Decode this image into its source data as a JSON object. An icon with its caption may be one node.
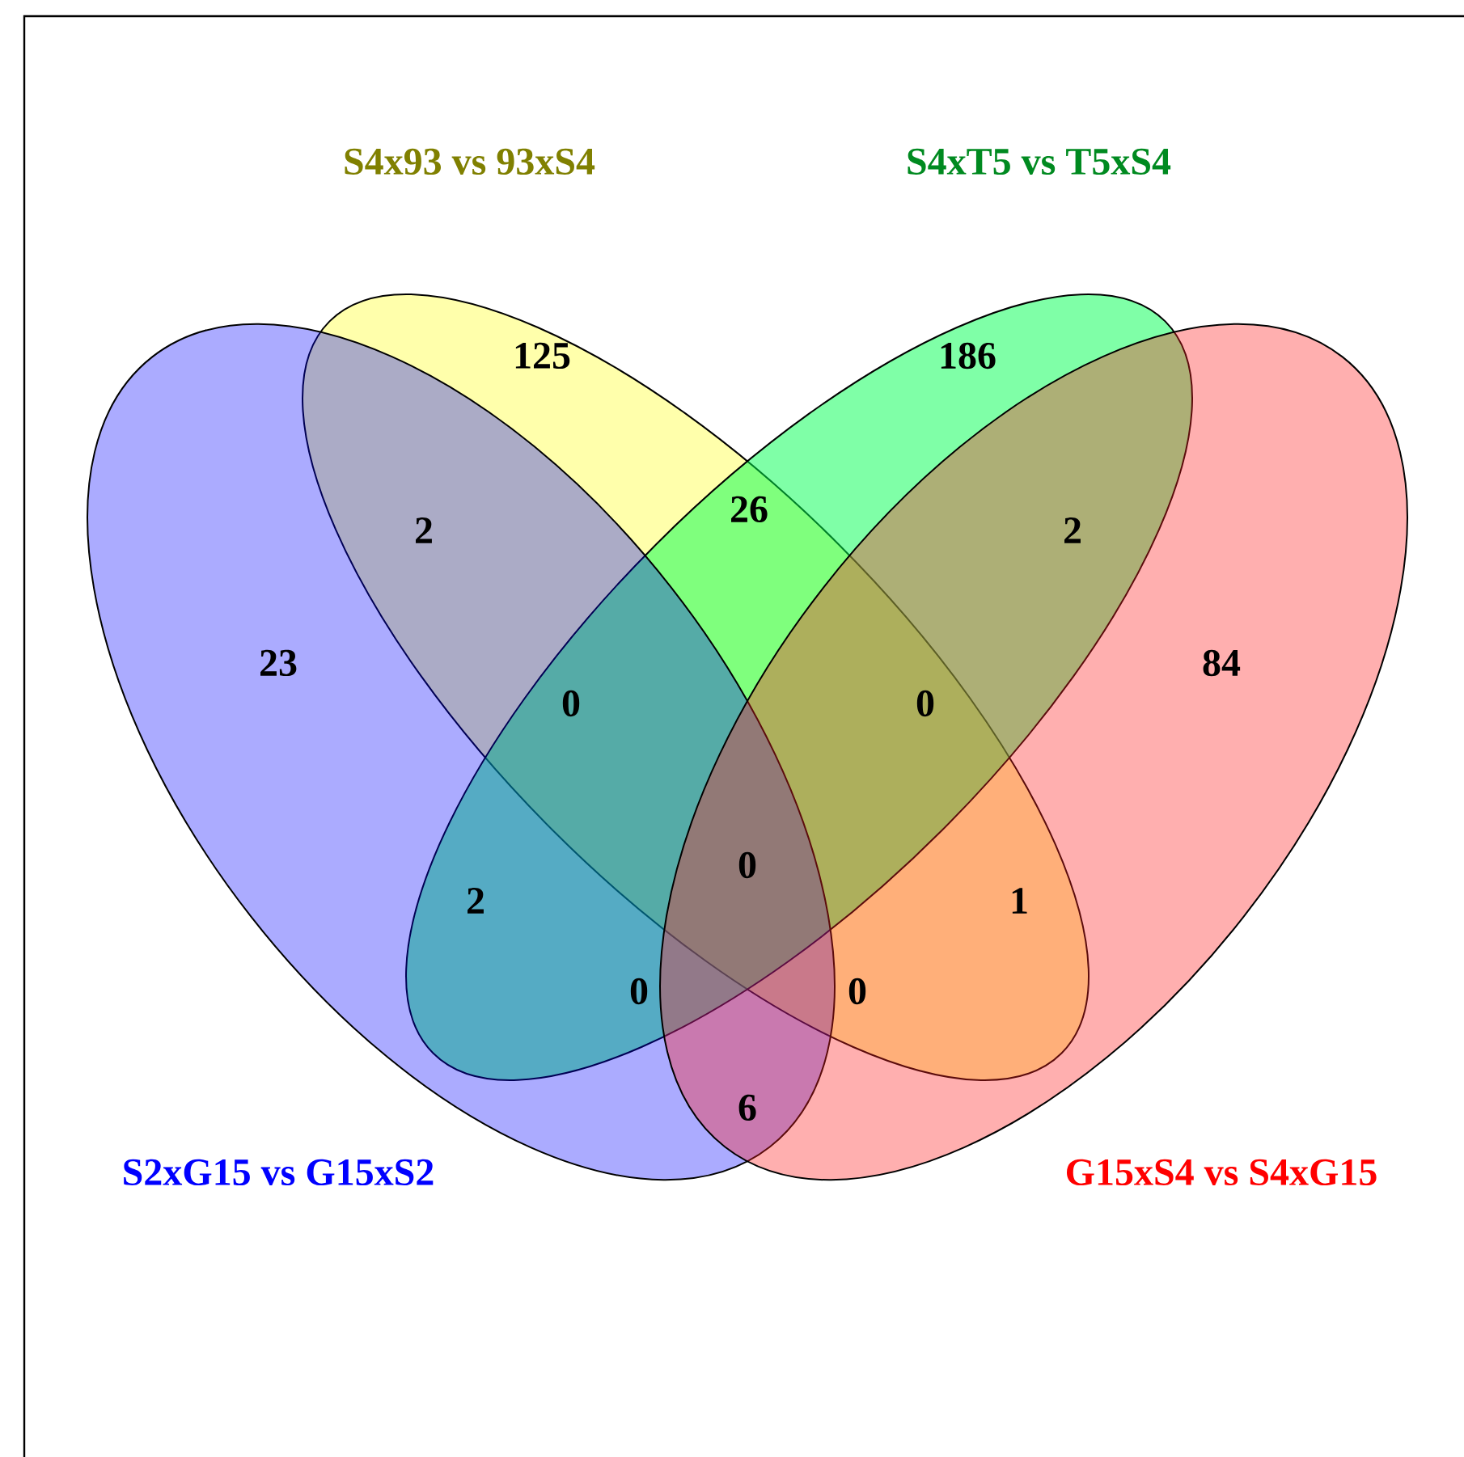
{
  "diagram": {
    "nodes": [
      {
        "text": [
          "S4x93 vs 93xS4"
        ]
      },
      {
        "text": [
          "S4xT5 vs T5xS4"
        ]
      },
      {
        "text": [
          "S2xG15 vs G15xS2"
        ]
      },
      {
        "text": [
          "G15xS4 vs S4xG15"
        ]
      }
    ],
    "labels": [
      "125",
      "186",
      "2",
      "26",
      "2",
      "23",
      "0",
      "0",
      "84",
      "0",
      "2",
      "1",
      "0",
      "0",
      "6"
    ]
  }
}
